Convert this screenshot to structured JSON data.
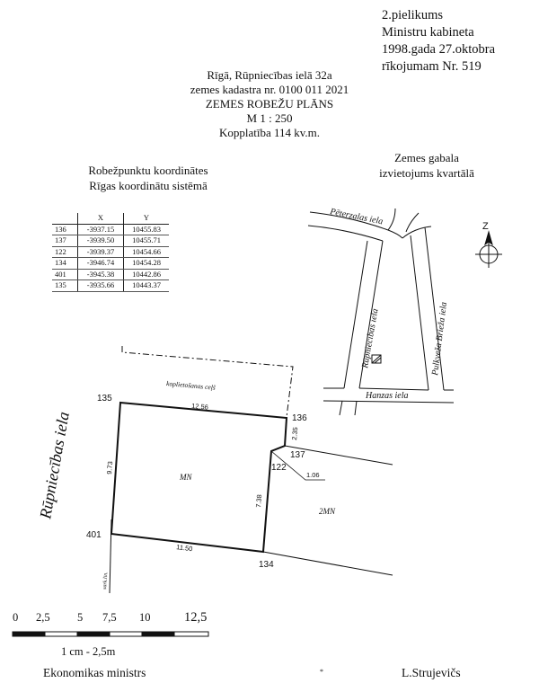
{
  "annex": {
    "line1": "2.pielikums",
    "line2": "Ministru kabineta",
    "line3": "1998.gada 27.oktobra",
    "line4": "rīkojumam Nr. 519"
  },
  "header": {
    "address": "Rīgā, Rūpniecības ielā 32a",
    "cadastre": "zemes kadastra nr. 0100 011 2021",
    "plan_title": "ZEMES ROBEŽU PLĀNS",
    "scale": "M 1 : 250",
    "area": "Kopplatība 114 kv.m."
  },
  "coords": {
    "title1": "Robežpunktu koordinātes",
    "title2": "Rīgas koordinātu sistēmā",
    "columns": [
      "",
      "X",
      "Y"
    ],
    "rows": [
      [
        "136",
        "-3937.15",
        "10455.83"
      ],
      [
        "137",
        "-3939.50",
        "10455.71"
      ],
      [
        "122",
        "-3939.37",
        "10454.66"
      ],
      [
        "134",
        "-3946.74",
        "10454.28"
      ],
      [
        "401",
        "-3945.38",
        "10442.86"
      ],
      [
        "135",
        "-3935.66",
        "10443.37"
      ]
    ]
  },
  "location": {
    "title1": "Zemes gabala",
    "title2": "izvietojums kvartālā",
    "street_peterzalas": "Pēterzalas iela",
    "street_rupniecibas": "Rūpniecības iela",
    "street_pulkveza": "Pulkveža Brieža iela",
    "street_hanzas": "Hanzas iela",
    "north": "Z"
  },
  "plan": {
    "street": "Rūpniecības iela",
    "point_135": "135",
    "point_136": "136",
    "point_137": "137",
    "point_122": "122",
    "point_134": "134",
    "point_401": "401",
    "len_top": "12.56",
    "len_right": "2.35",
    "len_short": "1.06",
    "len_inner": "7.38",
    "len_bottom": "11.50",
    "len_left": "9.73",
    "shared_path": "koplietošanas ceļš",
    "parcel_mn": "MN",
    "parcel_2mn": "2MN",
    "red_line": "sark.lin."
  },
  "scalebar": {
    "ticks": [
      "0",
      "2,5",
      "5",
      "7,5",
      "10",
      "12,5"
    ],
    "caption": "1 cm - 2,5m"
  },
  "footer": {
    "left": "Ekonomikas ministrs",
    "mark": "*",
    "right": "L.Strujevičs"
  }
}
